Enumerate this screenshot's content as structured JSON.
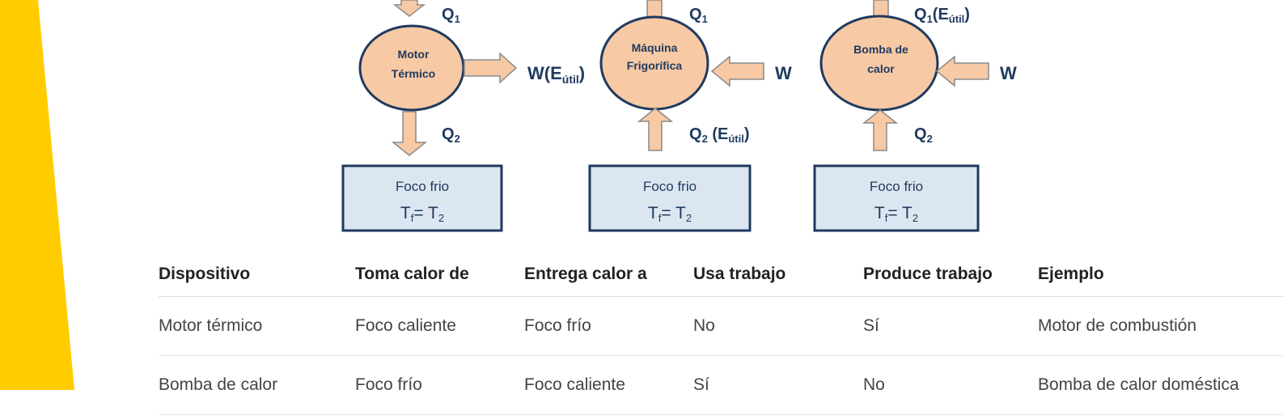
{
  "diagram": {
    "motor": {
      "label_line1": "Motor",
      "label_line2": "Térmico",
      "q_in": "Q",
      "q_in_sub": "1",
      "q_out": "Q",
      "q_out_sub": "2",
      "w_out": "W(E",
      "w_out_sub": "útil",
      "w_out_close": ")",
      "cold_box_title": "Foco frio",
      "cold_box_T": "T",
      "cold_box_T_sub": "f",
      "cold_box_eq": "= T",
      "cold_box_eq_sub": "2"
    },
    "fridge": {
      "label_line1": "Máquina",
      "label_line2": "Frigorífica",
      "q_top": "Q",
      "q_top_sub": "1",
      "q_bottom": "Q",
      "q_bottom_sub": "2",
      "q_bottom_extra": " (E",
      "q_bottom_extra_sub": "útil",
      "q_bottom_extra_close": ")",
      "w_in": "W",
      "cold_box_title": "Foco frio",
      "cold_box_T": "T",
      "cold_box_T_sub": "f",
      "cold_box_eq": "= T",
      "cold_box_eq_sub": "2"
    },
    "heatpump": {
      "label_line1": "Bomba de",
      "label_line2": "calor",
      "q_top": "Q",
      "q_top_sub": "1",
      "q_top_extra": "(E",
      "q_top_extra_sub": "útil",
      "q_top_extra_close": ")",
      "q_bottom": "Q",
      "q_bottom_sub": "2",
      "w_in": "W",
      "cold_box_title": "Foco frio",
      "cold_box_T": "T",
      "cold_box_T_sub": "f",
      "cold_box_eq": "= T",
      "cold_box_eq_sub": "2"
    }
  },
  "table": {
    "headers": [
      "Dispositivo",
      "Toma calor de",
      "Entrega calor a",
      "Usa trabajo",
      "Produce trabajo",
      "Ejemplo"
    ],
    "rows": [
      [
        "Motor térmico",
        "Foco caliente",
        "Foco frío",
        "No",
        "Sí",
        "Motor de combustión"
      ],
      [
        "Bomba de calor",
        "Foco frío",
        "Foco caliente",
        "Sí",
        "No",
        "Bomba de calor doméstica"
      ]
    ]
  },
  "colors": {
    "accent_yellow": "#ffcc00",
    "node_fill": "#f7c9a4",
    "node_stroke": "#1f3a5f",
    "box_fill": "#dce6f1",
    "box_stroke": "#1f3a5f",
    "text_navy": "#1f3a5f"
  }
}
